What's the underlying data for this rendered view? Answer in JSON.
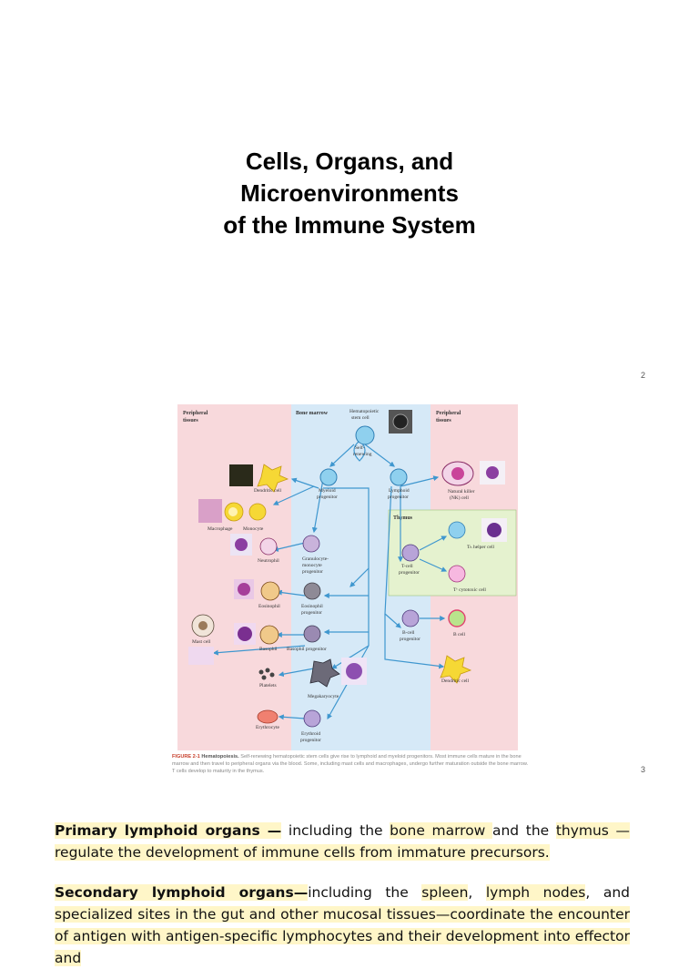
{
  "slide": {
    "title_lines": [
      "Cells, Organs, and",
      "Microenvironments",
      "of the Immune System"
    ],
    "page_numbers": [
      "2",
      "3"
    ]
  },
  "figure": {
    "region_labels": {
      "peripheral_left_1": "Peripheral",
      "peripheral_left_2": "tissues",
      "bone_marrow": "Bone marrow",
      "peripheral_right_1": "Peripheral",
      "peripheral_right_2": "tissues",
      "thymus": "Thymus"
    },
    "cell_labels": {
      "hsc_1": "Hematopoietic",
      "hsc_2": "stem cell",
      "self_1": "Self-",
      "self_2": "renewing",
      "dendritic_left": "Dendritic cell",
      "myeloid_1": "Myeloid",
      "myeloid_2": "progenitor",
      "lymphoid_1": "Lymphoid",
      "lymphoid_2": "progenitor",
      "nk_1": "Natural killer",
      "nk_2": "(NK) cell",
      "macrophage": "Macrophage",
      "monocyte": "Monocyte",
      "neutrophil": "Neutrophil",
      "gmp_1": "Granulocyte-",
      "gmp_2": "monocyte",
      "gmp_3": "progenitor",
      "th": "Tₕ helper cell",
      "tc": "Tᶜ cytotoxic cell",
      "tprog_1": "T-cell",
      "tprog_2": "progenitor",
      "eosinophil": "Eosinophil",
      "eosprog_1": "Eosinophil",
      "eosprog_2": "progenitor",
      "mast": "Mast cell",
      "basophil": "Basophil",
      "basprog": "Basophil progenitor",
      "bprog_1": "B-cell",
      "bprog_2": "progenitor",
      "bcell": "B cell",
      "platelets": "Platelets",
      "dendritic_right": "Dendritic cell",
      "megakaryocyte": "Megakaryocyte",
      "erythrocyte": "Erythrocyte",
      "eryprog_1": "Erythroid",
      "eryprog_2": "progenitor"
    },
    "caption": {
      "label": "FIGURE 2-1",
      "title": "Hematopoiesis.",
      "text": "Self-renewing hematopoietic stem cells give rise to lymphoid and myeloid progenitors. Most immune cells mature in the bone marrow and then travel to peripheral organs via the blood. Some, including mast cells and macrophages, undergo further maturation outside the bone marrow. T cells develop to maturity in the thymus."
    },
    "colors": {
      "peripheral": "#f8d9dc",
      "bone_marrow": "#d6e9f7",
      "thymus": "#e5f2cf",
      "arrow": "#3f97cf"
    }
  },
  "paragraphs": {
    "p1": {
      "t1": "Primary lymphoid organs —",
      "t2": " including the ",
      "t3": "bone marrow ",
      "t4": "and the ",
      "t5": "thymus",
      "t6": " — regulate the development of immune cells from immature precursors."
    },
    "p2": {
      "t1": "Secondary lymphoid organs—",
      "t2": "including the ",
      "t3": "spleen",
      "t4": ", ",
      "t5": "lymph nodes",
      "t6": ", and ",
      "t7": "specialized sites in the gut and other mucosal tissues—coordinate the encounter of antigen with antigen-specific lymphocytes and their development into effector and"
    }
  }
}
